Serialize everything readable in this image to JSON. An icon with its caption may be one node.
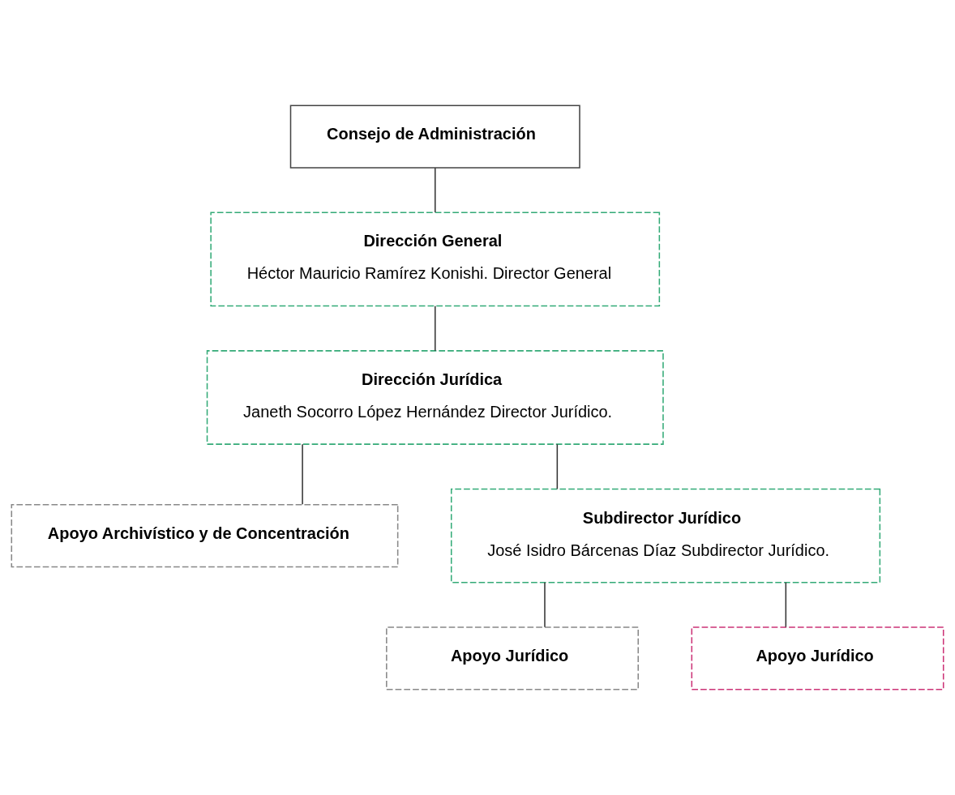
{
  "diagram": {
    "nodes": [
      {
        "text": [
          "Consejo de Administración"
        ]
      },
      {
        "text": [
          "Dirección General",
          "Héctor Mauricio Ramírez Konishi. Director General"
        ]
      },
      {
        "text": [
          "Dirección Jurídica",
          "Janeth Socorro López Hernández Director Jurídico."
        ]
      },
      {
        "text": [
          "Apoyo Archivístico y de Concentración"
        ]
      },
      {
        "text": [
          "Subdirector Jurídico",
          "José Isidro Bárcenas Díaz Subdirector Jurídico."
        ]
      },
      {
        "text": [
          "Apoyo Jurídico"
        ]
      },
      {
        "text": [
          "Apoyo Jurídico"
        ]
      }
    ],
    "edges": [
      {
        "from": 0,
        "to": 1,
        "arrow": "none"
      },
      {
        "from": 1,
        "to": 2,
        "arrow": "none"
      },
      {
        "from": 2,
        "to": 3,
        "arrow": "none"
      },
      {
        "from": 2,
        "to": 4,
        "arrow": "none"
      },
      {
        "from": 4,
        "to": 5,
        "arrow": "none"
      },
      {
        "from": 4,
        "to": 6,
        "arrow": "none"
      }
    ]
  }
}
